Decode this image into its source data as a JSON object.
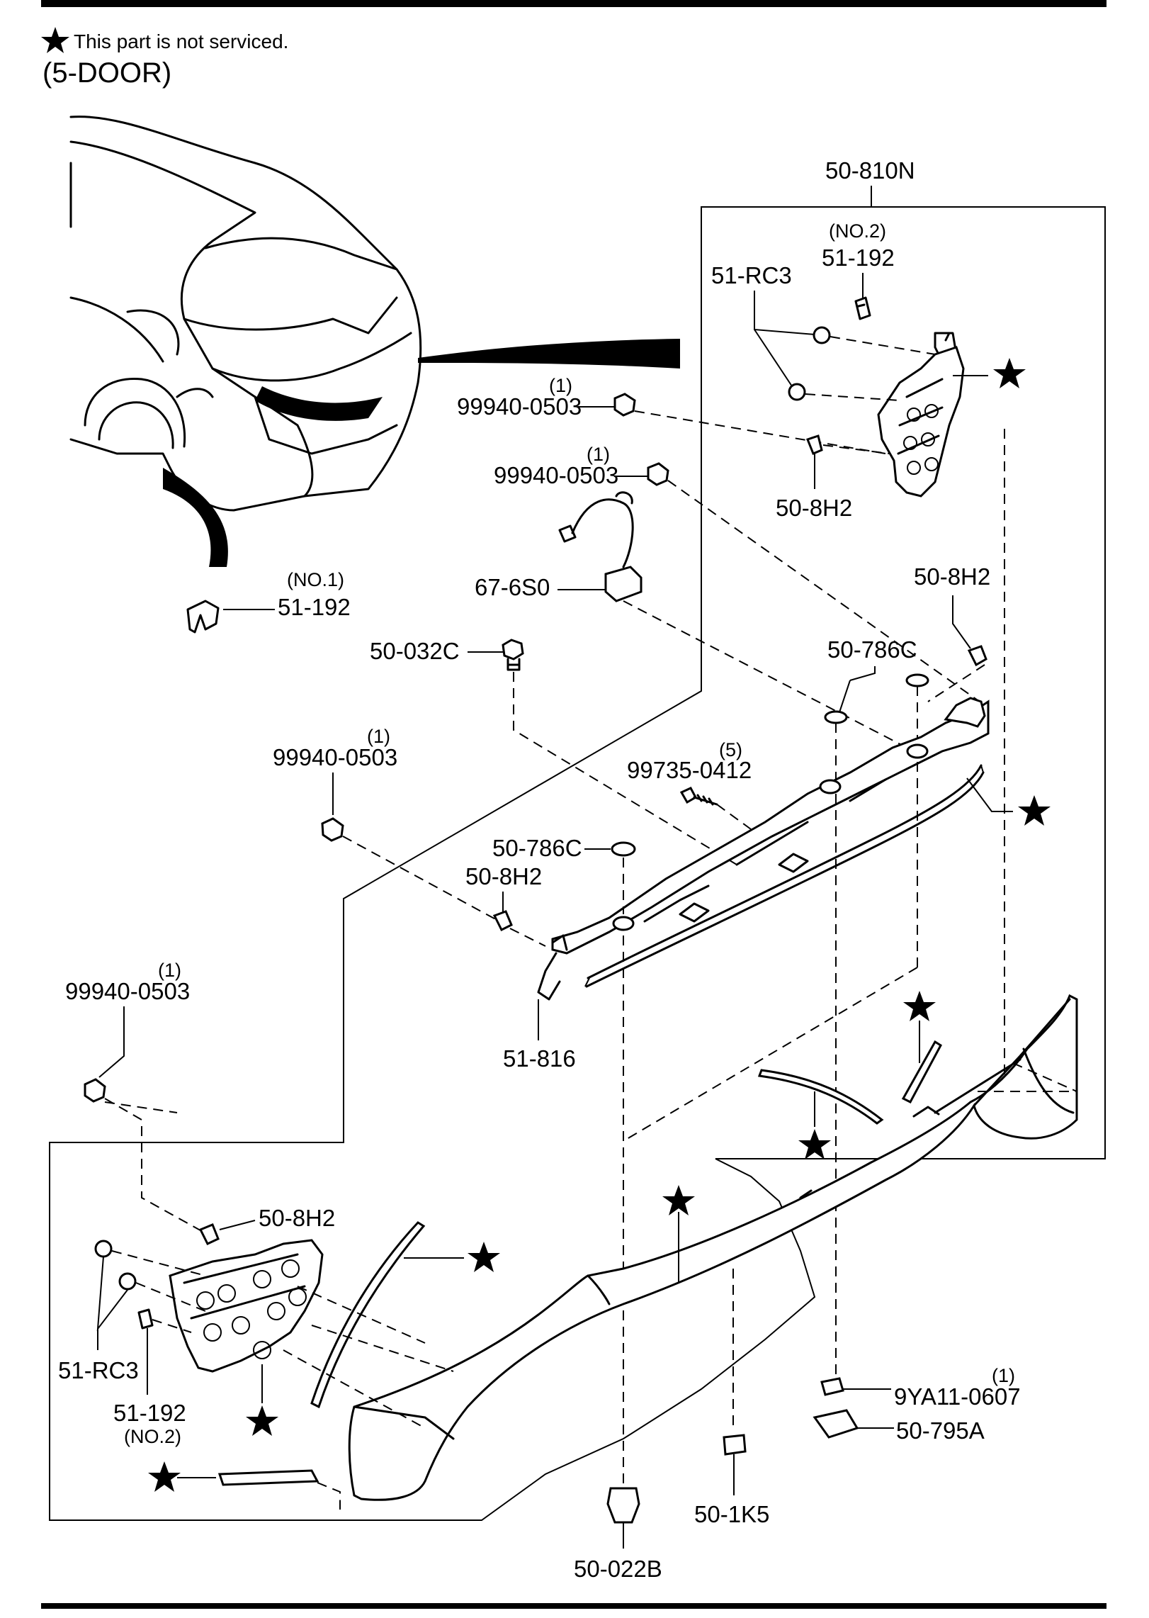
{
  "header": {
    "note": "This part is not serviced.",
    "variant": "(5-DOOR)"
  },
  "icons": {
    "not_serviced_mark": "star-icon"
  },
  "parts": {
    "assembly": "50-810N",
    "clip_no2_top": {
      "qty": "(NO.2)",
      "code": "51-192"
    },
    "clip_no1": {
      "qty": "(NO.1)",
      "code": "51-192"
    },
    "grommet_top": "51-RC3",
    "nut_a": {
      "qty": "(1)",
      "code": "99940-0503"
    },
    "nut_b": {
      "qty": "(1)",
      "code": "99940-0503"
    },
    "nut_c": {
      "qty": "(1)",
      "code": "99940-0503"
    },
    "nut_d": {
      "qty": "(1)",
      "code": "99940-0503"
    },
    "clip_8h2_top": "50-8H2",
    "clip_8h2_right": "50-8H2",
    "clip_8h2_mid": "50-8H2",
    "clip_8h2_low": "50-8H2",
    "camera": "67-6S0",
    "bolt": "50-032C",
    "washer_right": "50-786C",
    "washer_left": "50-786C",
    "screw": {
      "qty": "(5)",
      "code": "99735-0412"
    },
    "bracket": "51-816",
    "grommet_low": "51-RC3",
    "clip_no2_low": {
      "qty": "(NO.2)",
      "code": "51-192"
    },
    "fastener": {
      "qty": "(1)",
      "code": "9YA11-0607"
    },
    "seal_clip": "50-795A",
    "retainer": "50-1K5",
    "fastener_bottom": "50-022B"
  }
}
